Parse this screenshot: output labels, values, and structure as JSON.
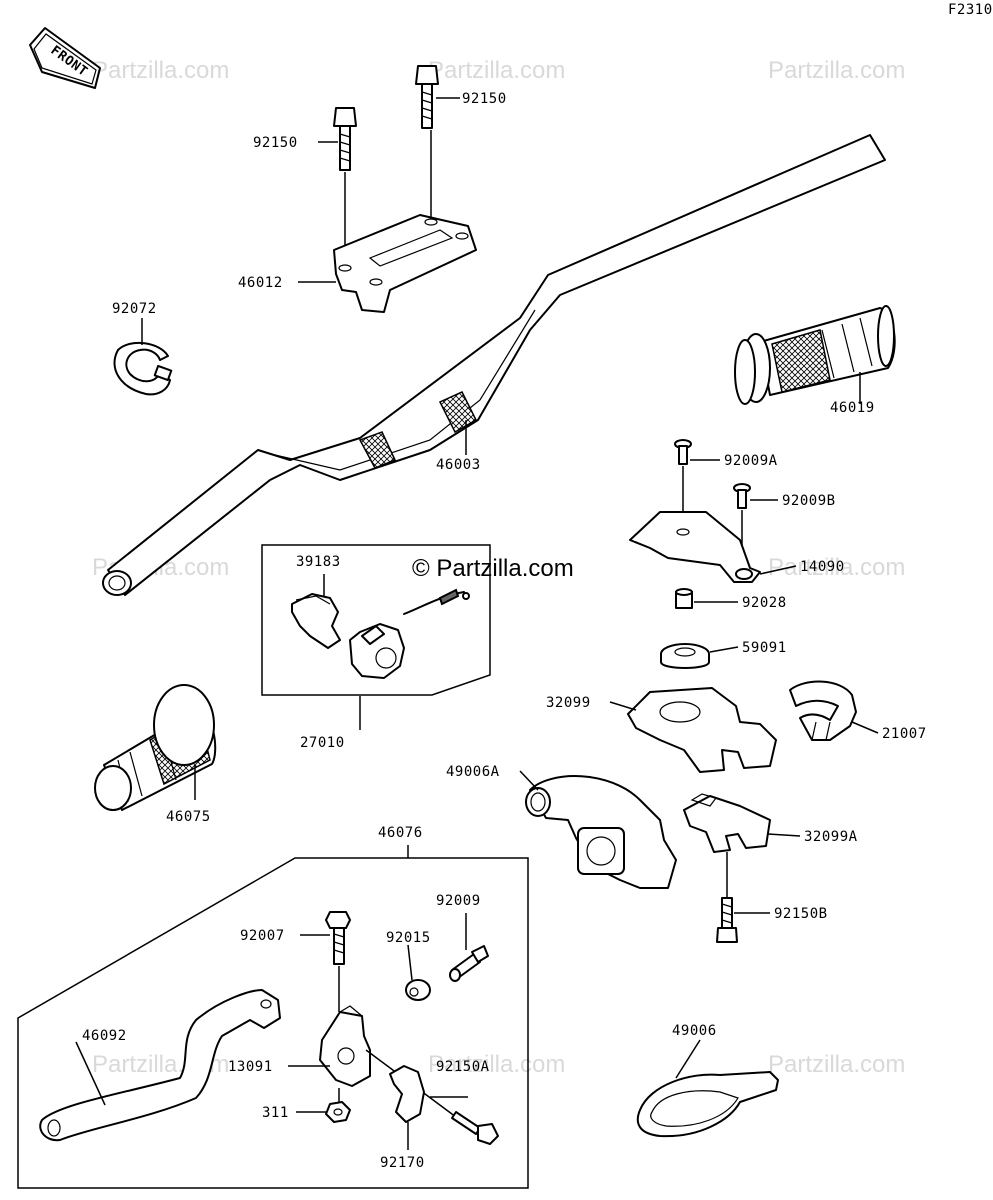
{
  "diagram_id": "F2310",
  "front_label": "FRONT",
  "watermark": "Partzilla.com",
  "watermark_main": "© Partzilla.com",
  "parts": [
    {
      "id": "p1",
      "number": "92150"
    },
    {
      "id": "p2",
      "number": "92150"
    },
    {
      "id": "p3",
      "number": "46012"
    },
    {
      "id": "p4",
      "number": "92072"
    },
    {
      "id": "p5",
      "number": "46003"
    },
    {
      "id": "p6",
      "number": "46019"
    },
    {
      "id": "p7",
      "number": "92009A"
    },
    {
      "id": "p8",
      "number": "92009B"
    },
    {
      "id": "p9",
      "number": "14090"
    },
    {
      "id": "p10",
      "number": "92028"
    },
    {
      "id": "p11",
      "number": "59091"
    },
    {
      "id": "p12",
      "number": "32099"
    },
    {
      "id": "p13",
      "number": "21007"
    },
    {
      "id": "p14",
      "number": "49006A"
    },
    {
      "id": "p15",
      "number": "32099A"
    },
    {
      "id": "p16",
      "number": "92150B"
    },
    {
      "id": "p17",
      "number": "39183"
    },
    {
      "id": "p18",
      "number": "27010"
    },
    {
      "id": "p19",
      "number": "46075"
    },
    {
      "id": "p20",
      "number": "46076"
    },
    {
      "id": "p21",
      "number": "92009"
    },
    {
      "id": "p22",
      "number": "92007"
    },
    {
      "id": "p23",
      "number": "92015"
    },
    {
      "id": "p24",
      "number": "46092"
    },
    {
      "id": "p25",
      "number": "13091"
    },
    {
      "id": "p26",
      "number": "92150A"
    },
    {
      "id": "p27",
      "number": "311"
    },
    {
      "id": "p28",
      "number": "92170"
    },
    {
      "id": "p29",
      "number": "49006"
    }
  ]
}
